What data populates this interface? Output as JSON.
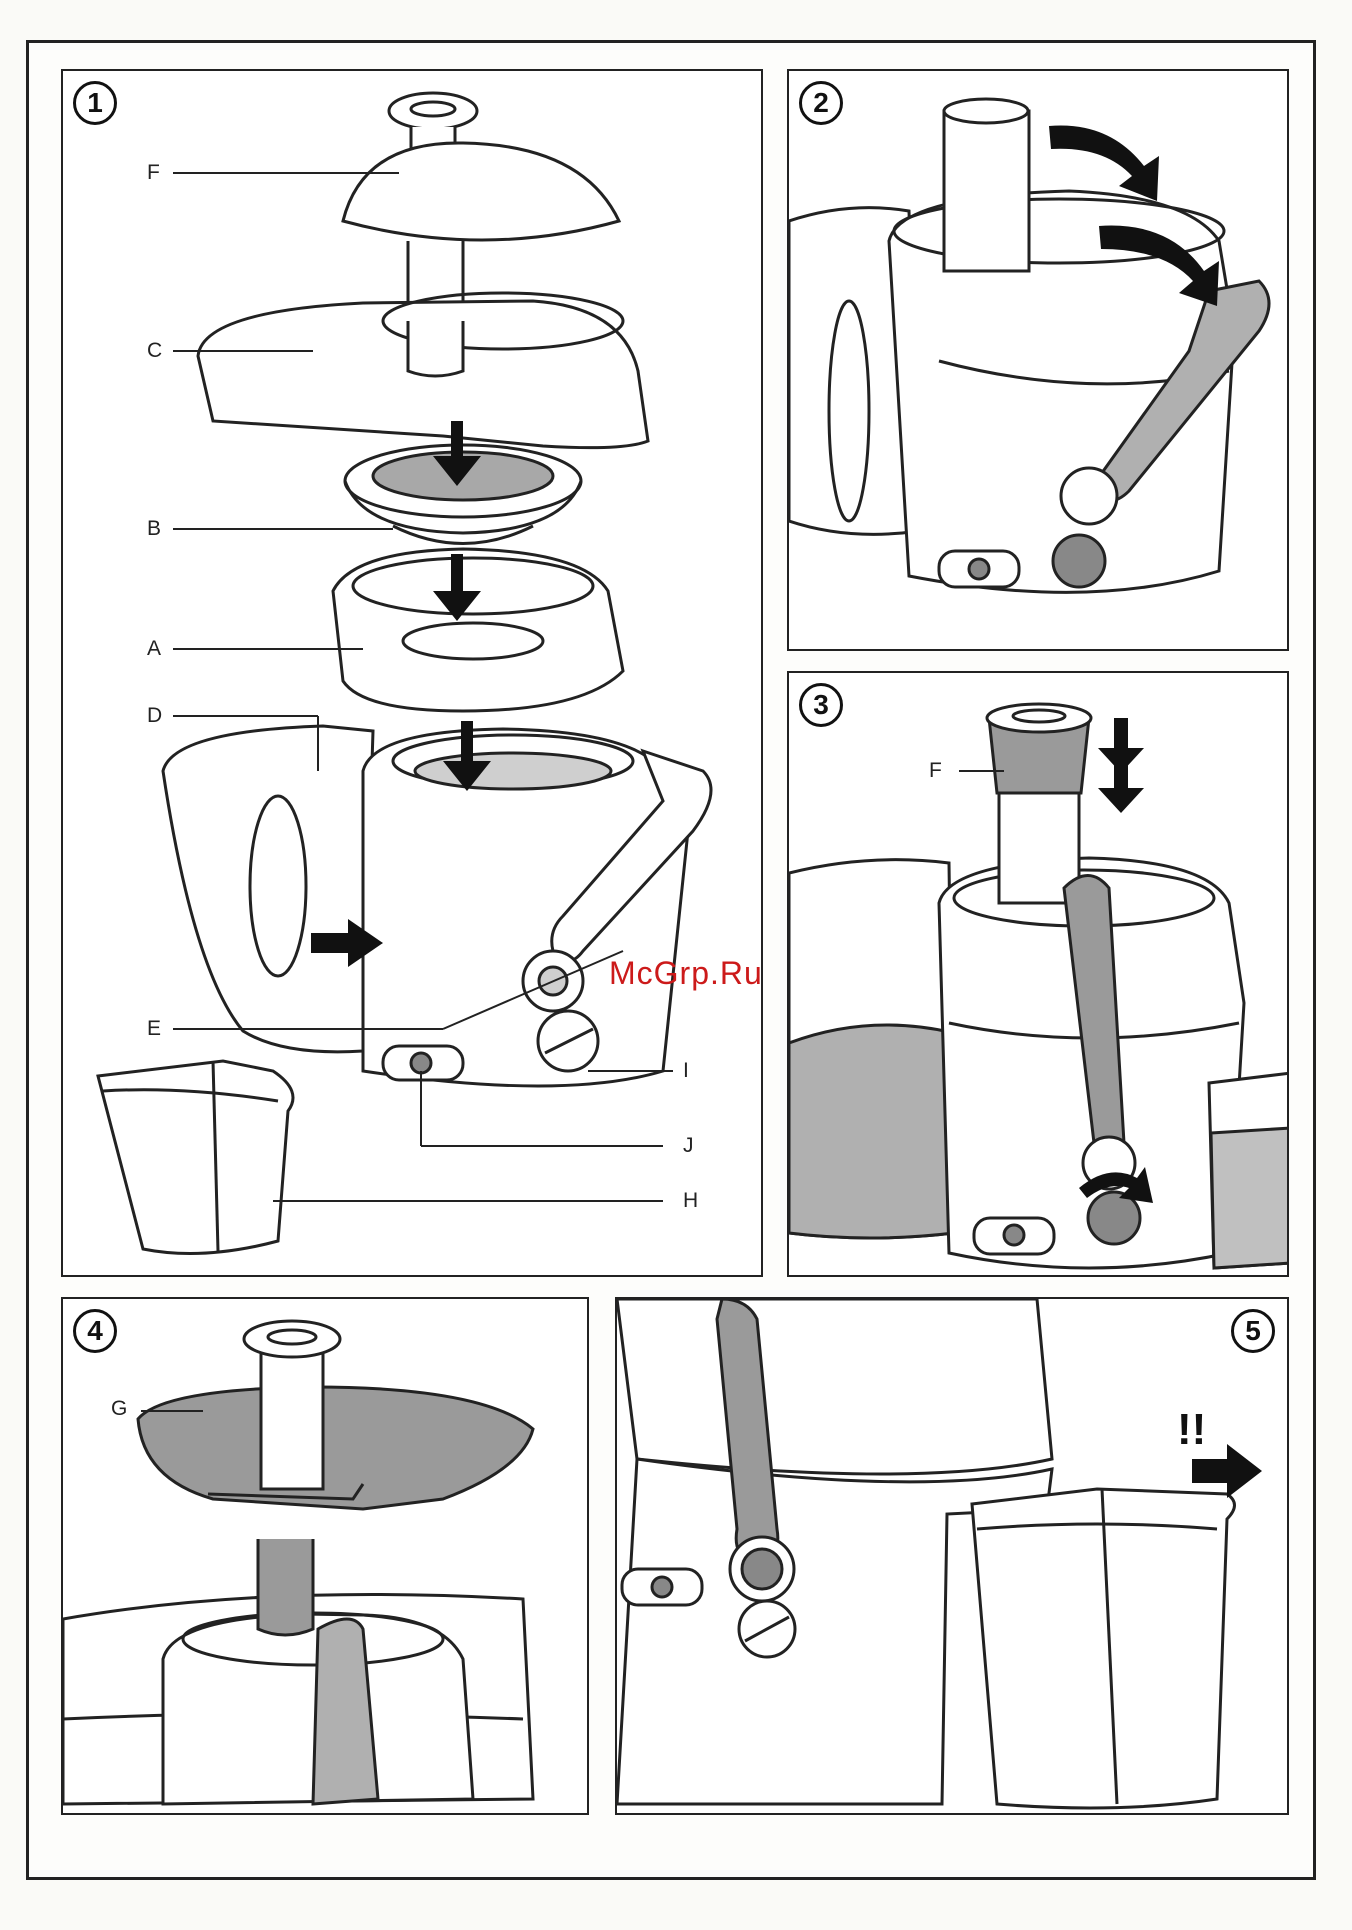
{
  "panels": [
    {
      "step": "1"
    },
    {
      "step": "2"
    },
    {
      "step": "3"
    },
    {
      "step": "4"
    },
    {
      "step": "5"
    }
  ],
  "panel1_labels": {
    "F": "F",
    "C": "C",
    "B": "B",
    "A": "A",
    "D": "D",
    "E": "E",
    "I": "I",
    "J": "J",
    "H": "H"
  },
  "panel3_labels": {
    "F": "F"
  },
  "panel4_labels": {
    "G": "G"
  },
  "panel5_mark": "!!",
  "watermark": "McGrp.Ru",
  "colors": {
    "line": "#222222",
    "shade": "#9a9a9a",
    "arrow": "#111111",
    "watermark": "#cc1a1a"
  }
}
